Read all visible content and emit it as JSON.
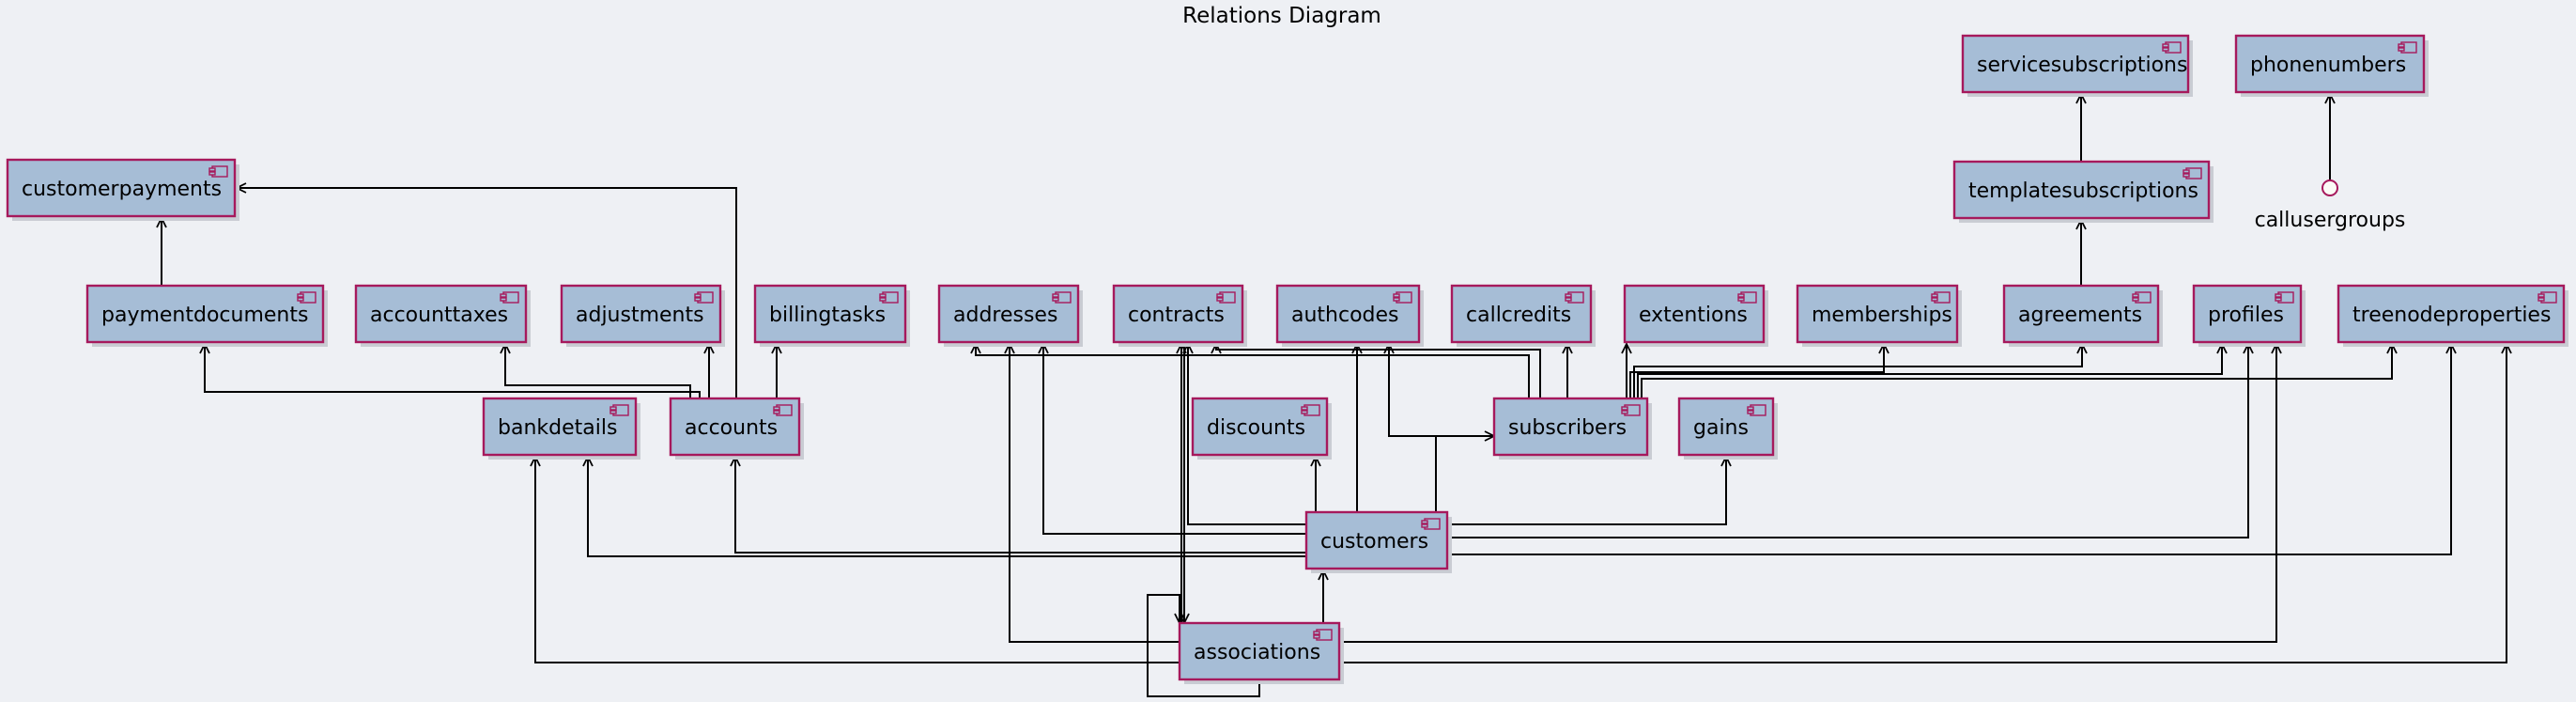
{
  "title": "Relations Diagram",
  "components": [
    {
      "id": "customerpayments",
      "label": "customerpayments"
    },
    {
      "id": "paymentdocuments",
      "label": "paymentdocuments"
    },
    {
      "id": "accounttaxes",
      "label": "accounttaxes"
    },
    {
      "id": "adjustments",
      "label": "adjustments"
    },
    {
      "id": "billingtasks",
      "label": "billingtasks"
    },
    {
      "id": "addresses",
      "label": "addresses"
    },
    {
      "id": "contracts",
      "label": "contracts"
    },
    {
      "id": "authcodes",
      "label": "authcodes"
    },
    {
      "id": "callcredits",
      "label": "callcredits"
    },
    {
      "id": "extentions",
      "label": "extentions"
    },
    {
      "id": "memberships",
      "label": "memberships"
    },
    {
      "id": "agreements",
      "label": "agreements"
    },
    {
      "id": "profiles",
      "label": "profiles"
    },
    {
      "id": "treenodeproperties",
      "label": "treenodeproperties"
    },
    {
      "id": "servicesubscriptions",
      "label": "servicesubscriptions"
    },
    {
      "id": "phonenumbers",
      "label": "phonenumbers"
    },
    {
      "id": "templatesubscriptions",
      "label": "templatesubscriptions"
    },
    {
      "id": "bankdetails",
      "label": "bankdetails"
    },
    {
      "id": "accounts",
      "label": "accounts"
    },
    {
      "id": "discounts",
      "label": "discounts"
    },
    {
      "id": "subscribers",
      "label": "subscribers"
    },
    {
      "id": "gains",
      "label": "gains"
    },
    {
      "id": "customers",
      "label": "customers"
    },
    {
      "id": "associations",
      "label": "associations"
    }
  ],
  "interfaces": [
    {
      "id": "callusergroups",
      "label": "callusergroups"
    }
  ]
}
